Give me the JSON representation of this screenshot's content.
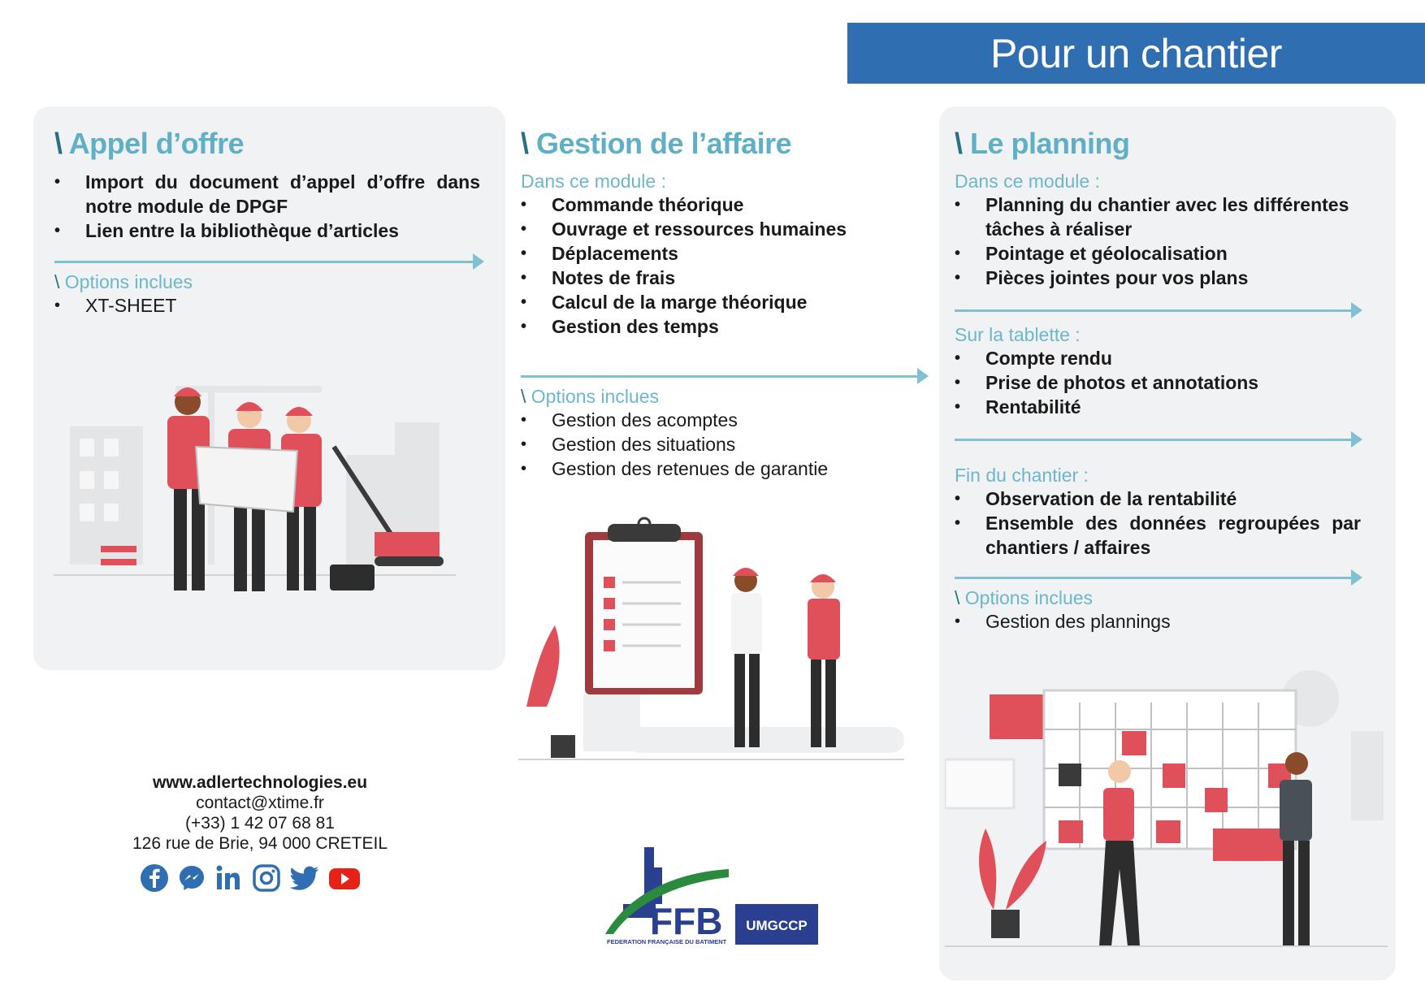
{
  "banner": {
    "title": "Pour un chantier"
  },
  "col1": {
    "heading_slash": "\\",
    "heading": "Appel d’offre",
    "items": [
      "Import du document d’appel d’offre dans notre module de DPGF",
      "Lien entre la bibliothèque d’articles"
    ],
    "options_slash": "\\",
    "options_label": "Options inclues",
    "options": [
      "XT-SHEET"
    ]
  },
  "col2": {
    "heading_slash": "\\",
    "heading": "Gestion de l’affaire",
    "module_label": "Dans ce module :",
    "items": [
      "Commande théorique",
      "Ouvrage et ressources humaines",
      "Déplacements",
      "Notes de frais",
      "Calcul de la marge théorique",
      "Gestion des temps"
    ],
    "options_slash": "\\",
    "options_label": "Options inclues",
    "options": [
      "Gestion des acomptes",
      "Gestion  des situations",
      "Gestion des retenues de garantie"
    ]
  },
  "col3": {
    "heading_slash": "\\",
    "heading": "Le planning",
    "module_label": "Dans ce module :",
    "items": [
      "Planning du chantier avec les différentes tâches à réaliser",
      "Pointage et géolocalisation",
      "Pièces jointes pour vos plans"
    ],
    "tablet_label": "Sur la tablette :",
    "tablet_items": [
      "Compte rendu",
      "Prise de photos et annotations",
      "Rentabilité"
    ],
    "end_label": "Fin du chantier :",
    "end_items": [
      "Observation de la rentabilité",
      "Ensemble des données regroupées par chantiers / affaires"
    ],
    "options_slash": "\\",
    "options_label": "Options inclues",
    "options": [
      "Gestion des plannings"
    ]
  },
  "contact": {
    "website": "www.adlertechnologies.eu",
    "email": "contact@xtime.fr",
    "phone": "(+33) 1 42 07 68 81",
    "address": "126 rue de Brie, 94 000 CRETEIL"
  },
  "social_icons": [
    "facebook-icon",
    "messenger-icon",
    "linkedin-icon",
    "instagram-icon",
    "twitter-icon",
    "youtube-icon"
  ],
  "logo": {
    "brand": "FFB",
    "subtitle": "FEDERATION FRANÇAISE DU BATIMENT",
    "badge": "UMGCCP"
  },
  "colors": {
    "banner": "#2f6eb0",
    "heading": "#5fb0c6",
    "accent_red": "#e0505a",
    "card_bg": "#f1f2f3"
  }
}
